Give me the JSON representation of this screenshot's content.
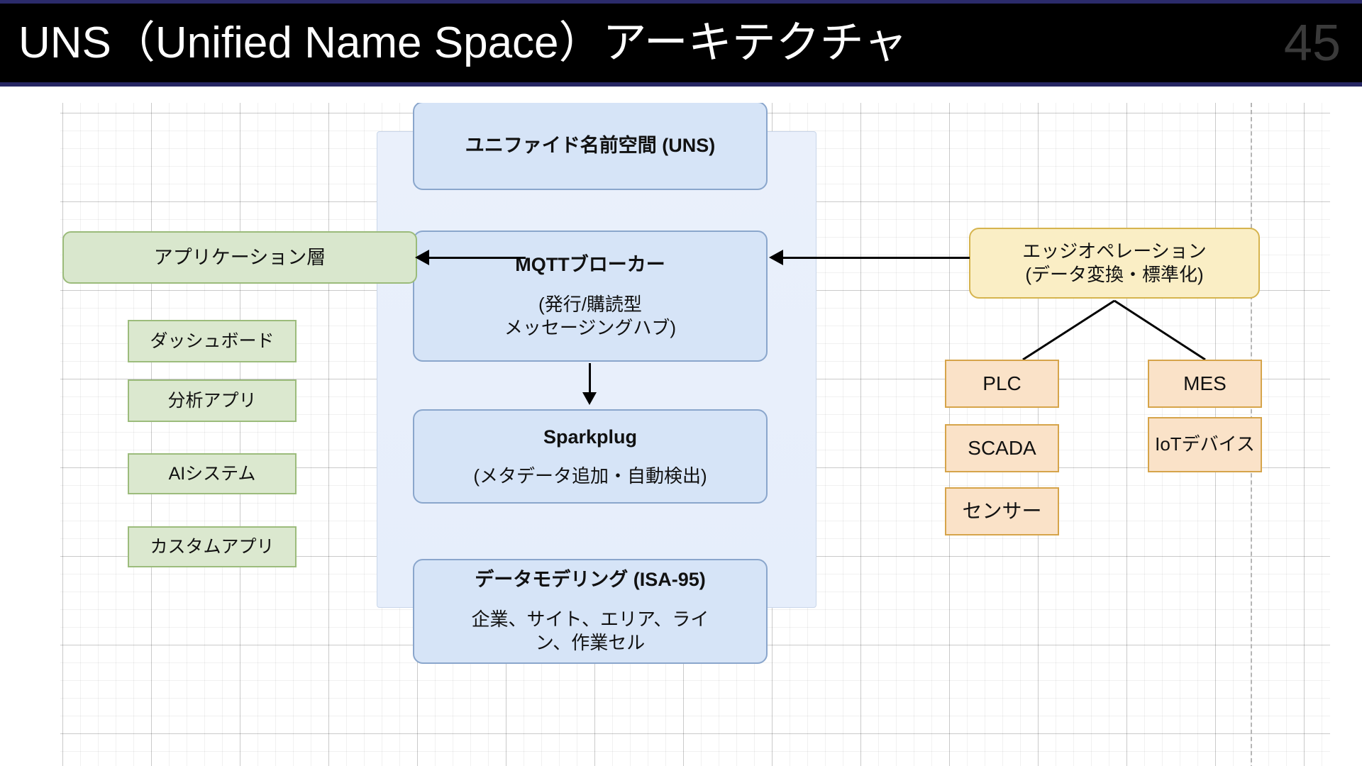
{
  "header": {
    "title": "UNS（Unified Name Space）アーキテクチャ",
    "page_number": "45"
  },
  "uns_stack": {
    "uns_title": "ユニファイド名前空間 (UNS)",
    "mqtt_title": "MQTTブローカー",
    "mqtt_sub_line1": "(発行/購読型",
    "mqtt_sub_line2": "メッセージングハブ)",
    "sparkplug_title": "Sparkplug",
    "sparkplug_sub": "(メタデータ追加・自動検出)",
    "datamodel_title": "データモデリング (ISA-95)",
    "datamodel_sub_line1": "企業、サイト、エリア、ライ",
    "datamodel_sub_line2": "ン、作業セル"
  },
  "application_layer": {
    "header": "アプリケーション層",
    "items": [
      {
        "label": "ダッシュボード"
      },
      {
        "label": "分析アプリ"
      },
      {
        "label": "AIシステム"
      },
      {
        "label": "カスタムアプリ"
      }
    ]
  },
  "edge": {
    "title_line1": "エッジオペレーション",
    "title_line2": "(データ変換・標準化)",
    "left_devices": [
      {
        "label": "PLC"
      },
      {
        "label": "SCADA"
      },
      {
        "label": "センサー"
      }
    ],
    "right_devices": [
      {
        "label": "MES"
      },
      {
        "label": "IoTデバイス"
      }
    ]
  },
  "colors": {
    "title_bg": "#000000",
    "title_fg": "#ffffff",
    "page_number_fg": "#3a3a3a",
    "blue_fill": "#d6e4f7",
    "blue_stroke": "#8aa6cc",
    "green_fill": "#d9e7cd",
    "green_stroke": "#9bbb7a",
    "yellow_fill": "#faeec5",
    "yellow_stroke": "#d6b44e",
    "orange_fill": "#fae2c8",
    "orange_stroke": "#d6a44a",
    "container_fill": "#eaf0fb",
    "connector": "#000000"
  }
}
